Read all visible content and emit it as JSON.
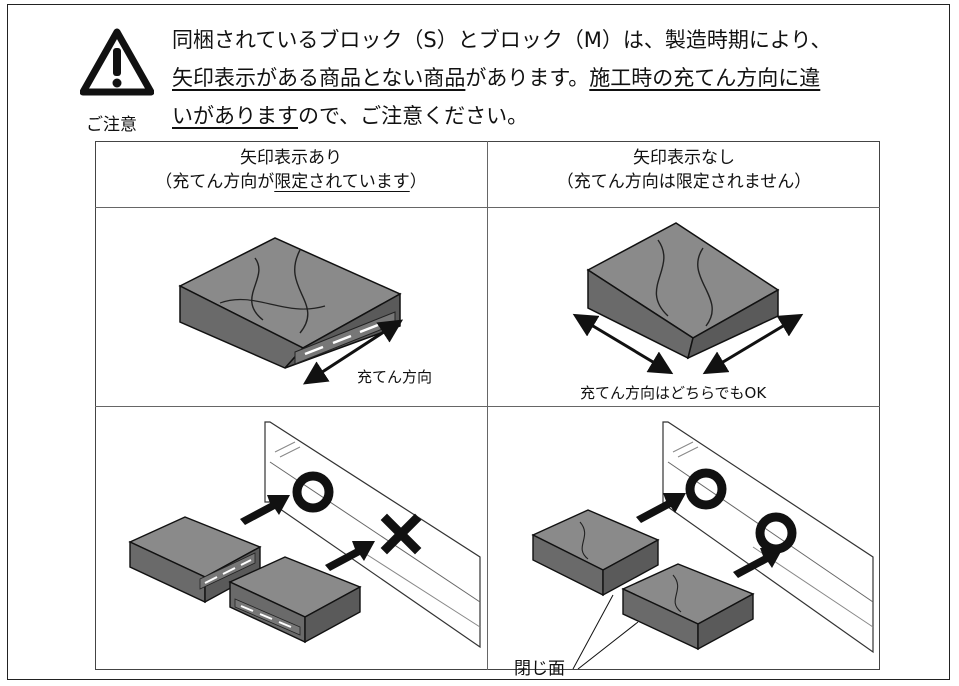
{
  "warning": {
    "label": "ご注意",
    "line1": "同梱されているブロック（S）とブロック（M）は、製造時期により、",
    "line2_u1": "矢印表示がある商品とない商品",
    "line2_plain": "があります。",
    "line2_u2": "施工時の充てん方向に違",
    "line3_u": "いがあります",
    "line3_plain": "ので、ご注意ください。"
  },
  "columns": {
    "left": {
      "title": "矢印表示あり",
      "sub_open": "（充てん方向が",
      "sub_u": "限定されています",
      "sub_close": "）",
      "caption": "充てん方向"
    },
    "right": {
      "title": "矢印表示なし",
      "sub": "（充てん方向は限定されません）",
      "caption": "充てん方向はどちらでもOK",
      "closed_face_label": "閉じ面"
    }
  },
  "colors": {
    "block_top": "#8a8a8a",
    "block_side": "#6a6a6a",
    "block_front": "#5a5a5a",
    "line": "#111111"
  }
}
